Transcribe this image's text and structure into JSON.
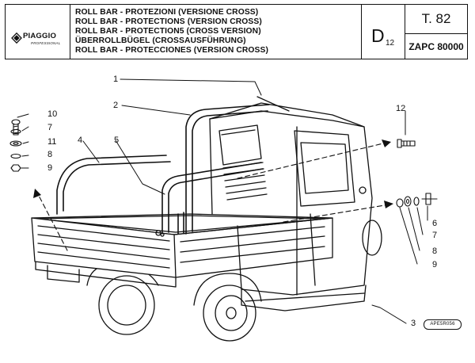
{
  "header": {
    "brand": "PIAGGIO",
    "brand_sub": "PROFESSIONAL",
    "titles": [
      "ROLL BAR - PROTEZIONI (VERSIONE CROSS)",
      "ROLL BAR - PROTECTIONS (VERSION CROSS)",
      "ROLL BAR - PROTECTION5 (CROSS VERSION)",
      "ÜBERROLLBÜGEL (CROSSAUSFÜHRUNG)",
      "ROLL BAR - PROTECCIONES (VERSION CROSS)"
    ],
    "section_letter": "D",
    "section_number": "12",
    "table_ref": "T. 82",
    "model_code": "ZAPC 80000"
  },
  "callouts": {
    "c1": "1",
    "c2": "2",
    "c3": "3",
    "c4": "4",
    "c5": "5",
    "c6": "6",
    "c7_left": "7",
    "c7_right": "7",
    "c8_left": "8",
    "c8_right": "8",
    "c9_left": "9",
    "c9_right": "9",
    "c10": "10",
    "c11": "11",
    "c12": "12"
  },
  "stamp": "APE5R056"
}
